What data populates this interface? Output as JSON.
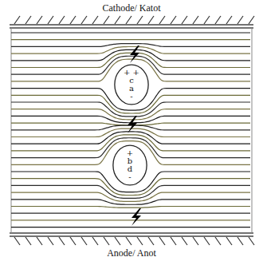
{
  "diagram": {
    "nodes": [
      {
        "text": [
          "+ +",
          "c",
          "a",
          "-"
        ]
      },
      {
        "text": [
          "+",
          "b",
          "d",
          "-"
        ]
      }
    ],
    "labels": [
      "Cathode/ Katot",
      "Anode/ Anot"
    ]
  }
}
